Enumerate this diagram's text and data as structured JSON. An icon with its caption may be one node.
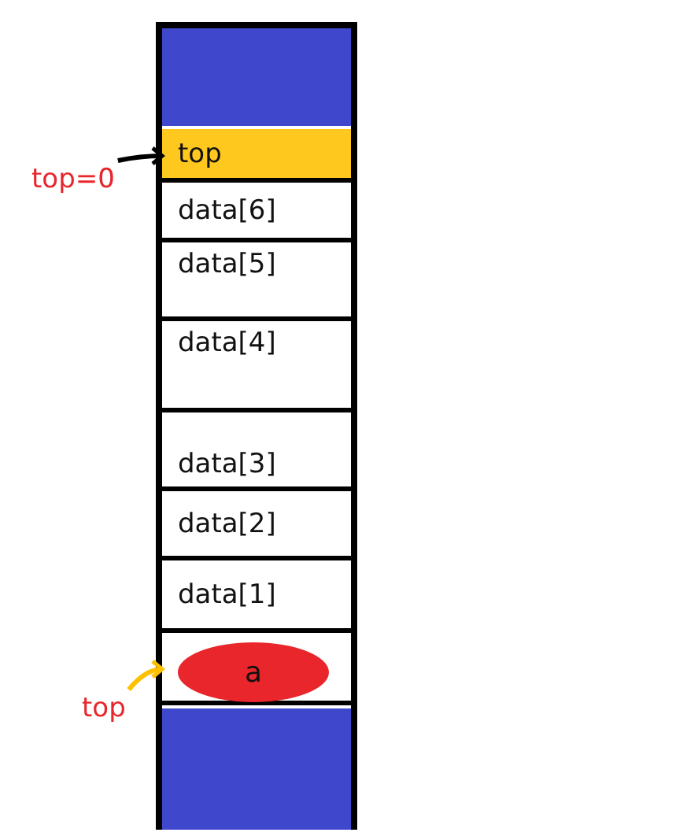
{
  "diagram": {
    "nodes": [
      {
        "text": [],
        "shape": "box"
      },
      {
        "text": [],
        "shape": "box",
        "in": 0
      },
      {
        "text": [
          "top"
        ],
        "in": 0
      },
      {
        "text": [
          "data[6]"
        ],
        "in": 0
      },
      {
        "text": [
          "data[5]"
        ],
        "in": 0
      },
      {
        "text": [
          "data[4]"
        ],
        "in": 0
      },
      {
        "text": [
          "data[3]"
        ],
        "in": 0
      },
      {
        "text": [
          "data[2]"
        ],
        "in": 0
      },
      {
        "text": [
          "data[1]"
        ],
        "in": 0
      },
      {
        "text": [],
        "shape": "box",
        "in": 0
      },
      {
        "text": [
          "a"
        ],
        "in": 9
      },
      {
        "text": [],
        "shape": "box",
        "in": 0
      },
      {
        "text": [
          "top=0"
        ]
      },
      {
        "text": [
          "top"
        ]
      }
    ],
    "edges": [
      {
        "from": 12,
        "to": 2,
        "arrow": "to"
      },
      {
        "from": 13,
        "to": 9,
        "arrow": "to",
        "color": "#ffc000"
      }
    ]
  }
}
